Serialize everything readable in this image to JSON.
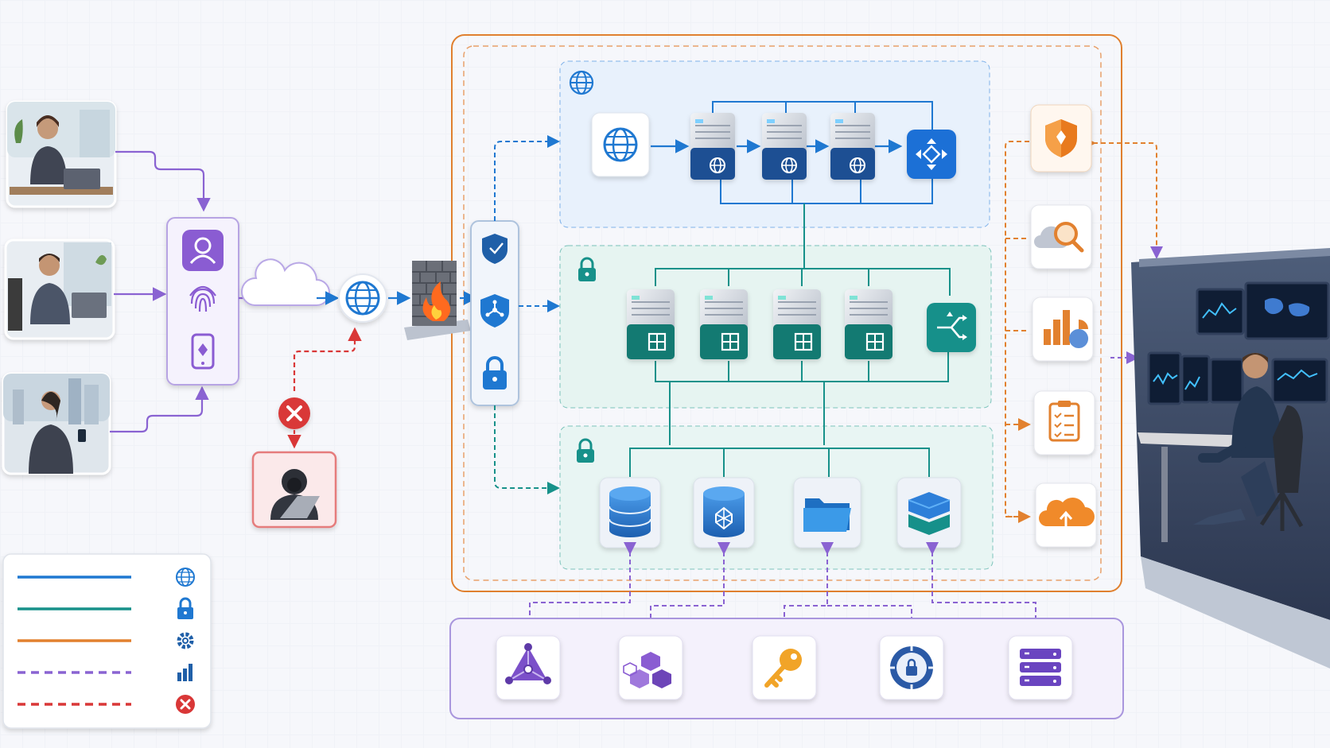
{
  "colors": {
    "public": "#1f78d1",
    "private": "#17918a",
    "management": "#e2812f",
    "identity": "#8a63d2",
    "blocked": "#d93737",
    "outer_border": "#e0802f"
  },
  "users": [
    {
      "name": "office-user",
      "icon": "person-at-desk"
    },
    {
      "name": "remote-user",
      "icon": "person-with-laptop"
    },
    {
      "name": "mobile-user",
      "icon": "person-with-phone"
    }
  ],
  "identity_panel": {
    "icons": [
      "user-icon",
      "fingerprint-icon",
      "mobile-auth-icon"
    ]
  },
  "edge": {
    "icons": [
      "cloud-icon",
      "globe-icon",
      "firewall-icon"
    ]
  },
  "threat": {
    "icons": [
      "blocked-icon",
      "attacker-icon"
    ]
  },
  "gateway": {
    "icons": [
      "shield-icon",
      "network-shield-icon",
      "lock-icon"
    ]
  },
  "public_tier": {
    "icon": "globe-icon",
    "servers": 3,
    "router": "router-icon"
  },
  "private_tier": {
    "icon": "lock-icon",
    "servers": 4,
    "router": "switch-icon"
  },
  "data_tier": {
    "icon": "lock-icon",
    "stores": [
      "database-icon",
      "sql-database-icon",
      "folder-icon",
      "storage-block-icon"
    ]
  },
  "management": {
    "icons": [
      "security-shield-icon",
      "cloud-search-icon",
      "analytics-icon",
      "checklist-icon",
      "cloud-upload-icon"
    ]
  },
  "bottom_services": {
    "icons": [
      "identity-graph-icon",
      "cubes-icon",
      "key-icon",
      "vault-lock-icon",
      "server-rack-icon"
    ]
  },
  "legend": [
    {
      "line": "solid",
      "color": "#1f78d1",
      "icon": "globe-icon"
    },
    {
      "line": "solid",
      "color": "#17918a",
      "icon": "lock-icon"
    },
    {
      "line": "solid",
      "color": "#e2812f",
      "icon": "gear-icon"
    },
    {
      "line": "dashed",
      "color": "#8a63d2",
      "icon": "bar-chart-icon"
    },
    {
      "line": "dashed",
      "color": "#d93737",
      "icon": "blocked-icon"
    }
  ]
}
